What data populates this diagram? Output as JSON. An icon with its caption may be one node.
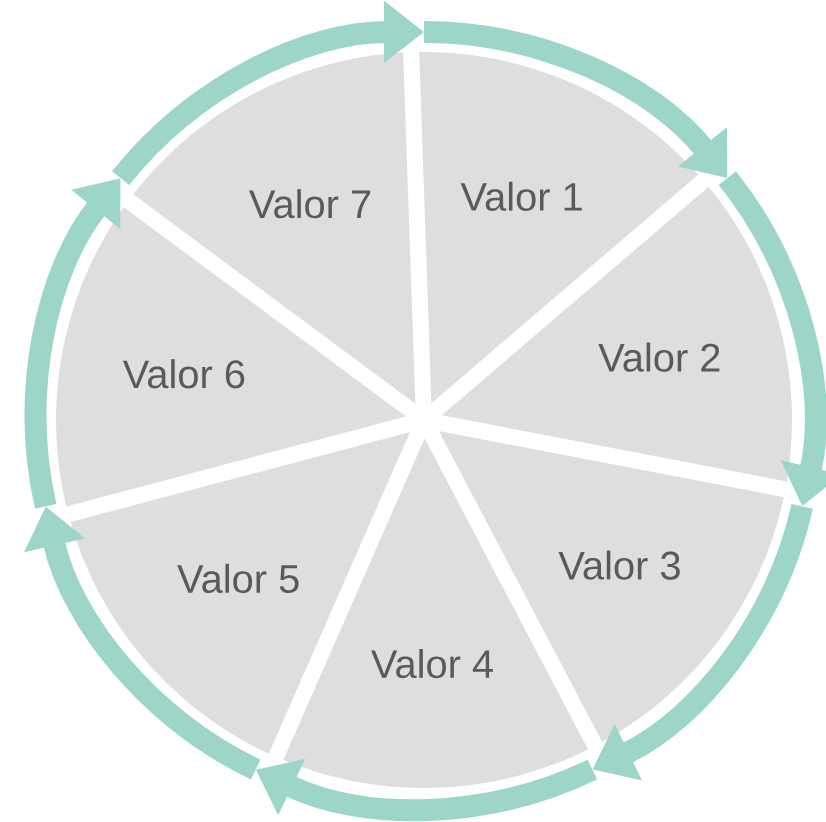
{
  "diagram": {
    "nodes": [
      {
        "text": [
          "Valor 1"
        ]
      },
      {
        "text": [
          "Valor 2"
        ]
      },
      {
        "text": [
          "Valor 3"
        ]
      },
      {
        "text": [
          "Valor 4"
        ]
      },
      {
        "text": [
          "Valor 5"
        ]
      },
      {
        "text": [
          "Valor 6"
        ]
      },
      {
        "text": [
          "Valor 7"
        ]
      }
    ],
    "edges": [
      {
        "from": 0,
        "to": 1,
        "arrow": "to"
      },
      {
        "from": 1,
        "to": 2,
        "arrow": "to"
      },
      {
        "from": 2,
        "to": 3,
        "arrow": "to"
      },
      {
        "from": 3,
        "to": 4,
        "arrow": "to"
      },
      {
        "from": 4,
        "to": 5,
        "arrow": "to"
      },
      {
        "from": 5,
        "to": 6,
        "arrow": "to"
      },
      {
        "from": 6,
        "to": 0,
        "arrow": "to"
      }
    ]
  }
}
